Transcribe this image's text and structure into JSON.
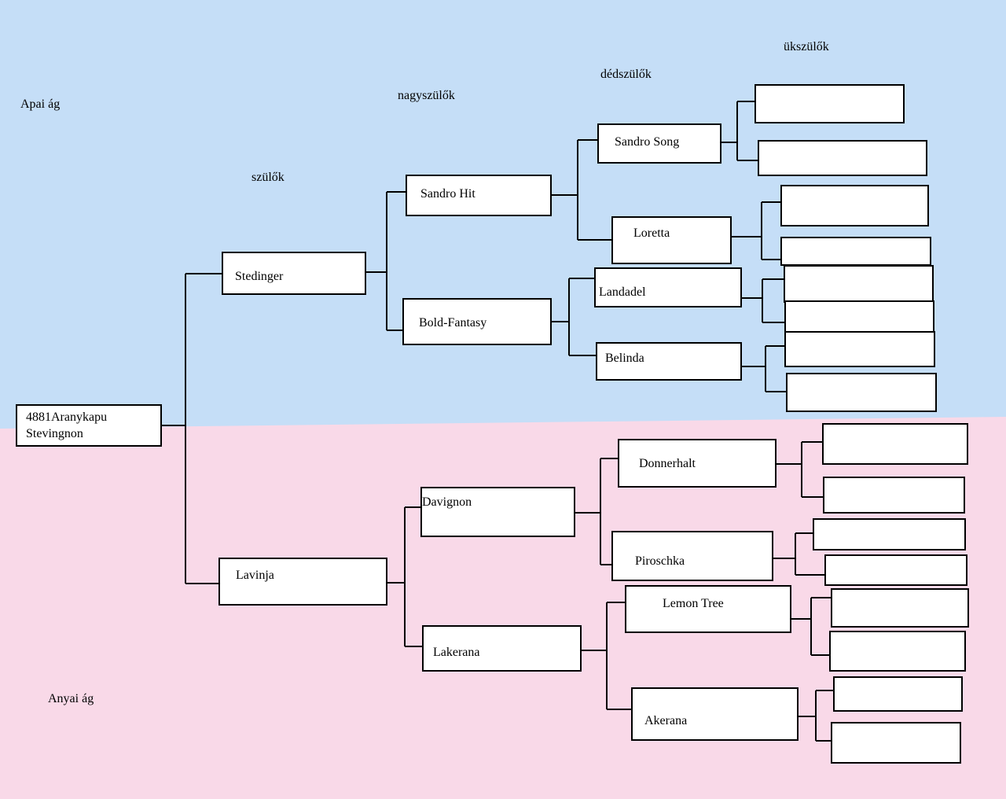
{
  "colors": {
    "paternal_bg": "#c5def7",
    "maternal_bg": "#f9d9e8"
  },
  "branches": {
    "paternal": "Apai ág",
    "maternal": "Anyai ág"
  },
  "generations": {
    "parents": "szülők",
    "grandparents": "nagyszülők",
    "great_grandparents": "dédszülők",
    "great_great_grandparents": "ükszülők"
  },
  "subject": {
    "line1": "4881Aranykapu",
    "line2": "Stevingnon"
  },
  "parents": {
    "father": "Stedinger",
    "mother": "Lavinja"
  },
  "grandparents": {
    "paternal_grandfather": "Sandro Hit",
    "paternal_grandmother": "Bold-Fantasy",
    "maternal_grandfather": "Davignon",
    "maternal_grandmother": "Lakerana"
  },
  "great_grandparents": [
    "Sandro Song",
    "Loretta",
    "Landadel",
    "Belinda",
    "Donnerhalt",
    "Piroschka",
    "Lemon Tree",
    "Akerana"
  ],
  "great_great_grandparents": [
    "",
    "",
    "",
    "",
    "",
    "",
    "",
    "",
    "",
    "",
    "",
    "",
    "",
    "",
    "",
    ""
  ]
}
